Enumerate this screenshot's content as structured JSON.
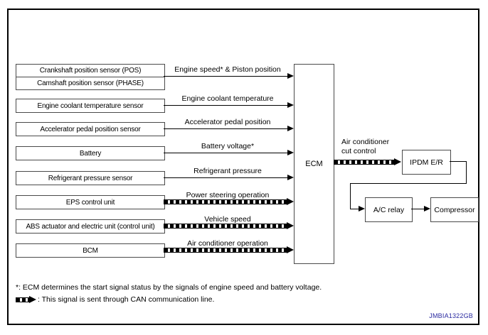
{
  "diagram": {
    "ecm_label": "ECM",
    "signals": [
      {
        "sources": [
          "Crankshaft position sensor (POS)",
          "Camshaft position sensor (PHASE)"
        ],
        "signal": "Engine speed* & Piston position",
        "can": false
      },
      {
        "sources": [
          "Engine coolant temperature sensor"
        ],
        "signal": "Engine coolant temperature",
        "can": false
      },
      {
        "sources": [
          "Accelerator pedal position sensor"
        ],
        "signal": "Accelerator pedal position",
        "can": false
      },
      {
        "sources": [
          "Battery"
        ],
        "signal": "Battery voltage*",
        "can": false
      },
      {
        "sources": [
          "Refrigerant pressure sensor"
        ],
        "signal": "Refrigerant pressure",
        "can": false
      },
      {
        "sources": [
          "EPS control unit"
        ],
        "signal": "Power steering operation",
        "can": true
      },
      {
        "sources": [
          "ABS actuator and electric unit (control unit)"
        ],
        "signal": "Vehicle speed",
        "can": true
      },
      {
        "sources": [
          "BCM"
        ],
        "signal": "Air conditioner operation",
        "can": true
      }
    ],
    "output": {
      "cut_control": [
        "Air conditioner",
        "cut control"
      ],
      "ipdm": "IPDM E/R",
      "ac_relay": "A/C relay",
      "compressor": "Compressor"
    },
    "footnotes": {
      "asterisk": "*: ECM determines the start signal status by the signals of engine speed and battery voltage.",
      "can_legend": ": This signal is sent through CAN communication line."
    },
    "figure_code": "JMBIA1322GB",
    "colors": {
      "line": "#000000",
      "figure_code_text": "#2a2aa0",
      "background": "#ffffff"
    }
  }
}
